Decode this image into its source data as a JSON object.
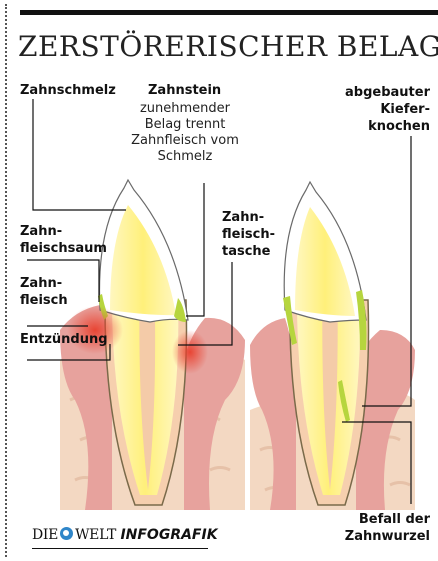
{
  "title": "ZERSTÖRERISCHER BELAG",
  "labels": {
    "zahnschmelz": "Zahnschmelz",
    "zahnstein": "Zahnstein",
    "zahnstein_desc": [
      "zunehmender",
      "Belag trennt",
      "Zahnfleisch vom",
      "Schmelz"
    ],
    "abgebauter": [
      "abgebauter",
      "Kiefer-",
      "knochen"
    ],
    "zahnfleischsaum": [
      "Zahn-",
      "fleischsaum"
    ],
    "zahnfleisch": [
      "Zahn-",
      "fleisch"
    ],
    "entzuendung": "Entzündung",
    "zahnfleischtasche": [
      "Zahn-",
      "fleisch-",
      "tasche"
    ],
    "befall": [
      "Befall der",
      "Zahnwurzel"
    ]
  },
  "footer": {
    "brand_left": "DIE",
    "brand_right": "WELT",
    "info": "INFOGRAFIK"
  },
  "colors": {
    "gum": "#e7a29d",
    "gum_dark": "#d9827d",
    "bone": "#f3d8c2",
    "enamel": "#ffffff",
    "dentin": "#fff3a8",
    "pulp": "#f6d6b6",
    "inflammation": "#e8402e",
    "plaque": "#b6d53e"
  }
}
